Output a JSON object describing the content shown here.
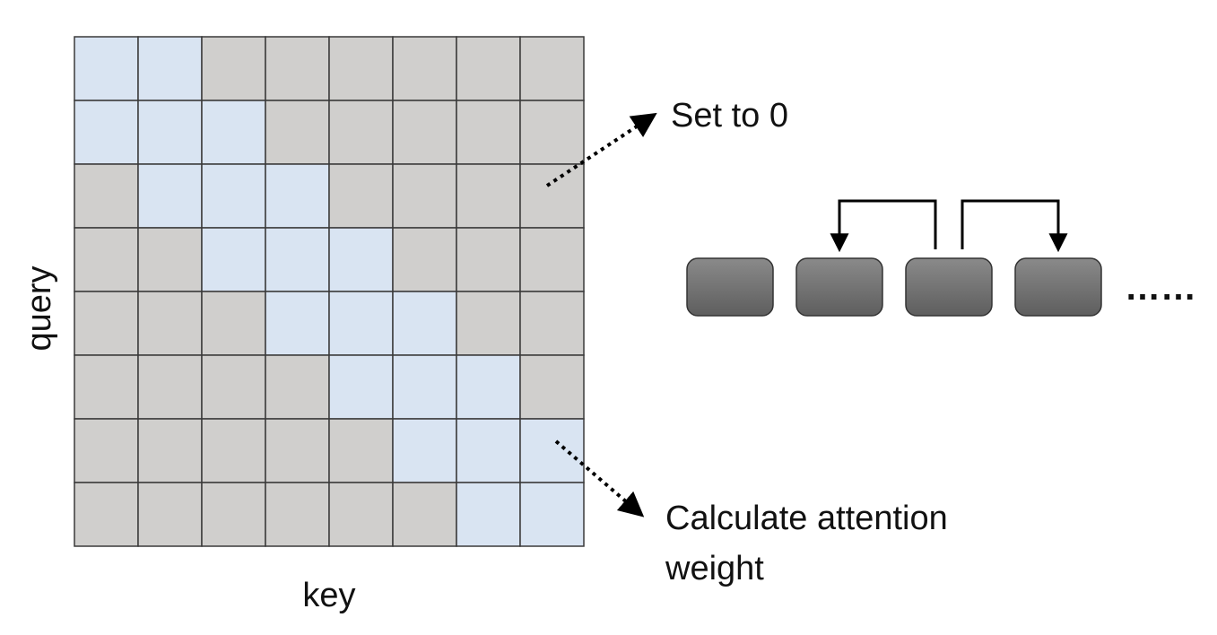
{
  "matrix": {
    "size": 8,
    "window": 1,
    "cells": [
      [
        1,
        1,
        0,
        0,
        0,
        0,
        0,
        0
      ],
      [
        1,
        1,
        1,
        0,
        0,
        0,
        0,
        0
      ],
      [
        0,
        1,
        1,
        1,
        0,
        0,
        0,
        0
      ],
      [
        0,
        0,
        1,
        1,
        1,
        0,
        0,
        0
      ],
      [
        0,
        0,
        0,
        1,
        1,
        1,
        0,
        0
      ],
      [
        0,
        0,
        0,
        0,
        1,
        1,
        1,
        0
      ],
      [
        0,
        0,
        0,
        0,
        0,
        1,
        1,
        1
      ],
      [
        0,
        0,
        0,
        0,
        0,
        0,
        1,
        1
      ]
    ],
    "x_axis_label": "key",
    "y_axis_label": "query",
    "colors": {
      "active": "#d9e4f2",
      "masked": "#d0cfcd",
      "grid_line": "#3a3a3a"
    }
  },
  "annotations": {
    "masked": {
      "label": "Set to 0"
    },
    "active": {
      "label_lines": [
        "Calculate attention",
        "weight"
      ]
    }
  },
  "token_sequence": {
    "count": 4,
    "ellipsis": "……",
    "arrows": [
      {
        "from": 2,
        "to": 1
      },
      {
        "from": 2,
        "to": 3
      }
    ],
    "colors": {
      "box_top": "#8a8a8a",
      "box_bottom": "#5e5e5e",
      "box_border": "#333333"
    }
  }
}
